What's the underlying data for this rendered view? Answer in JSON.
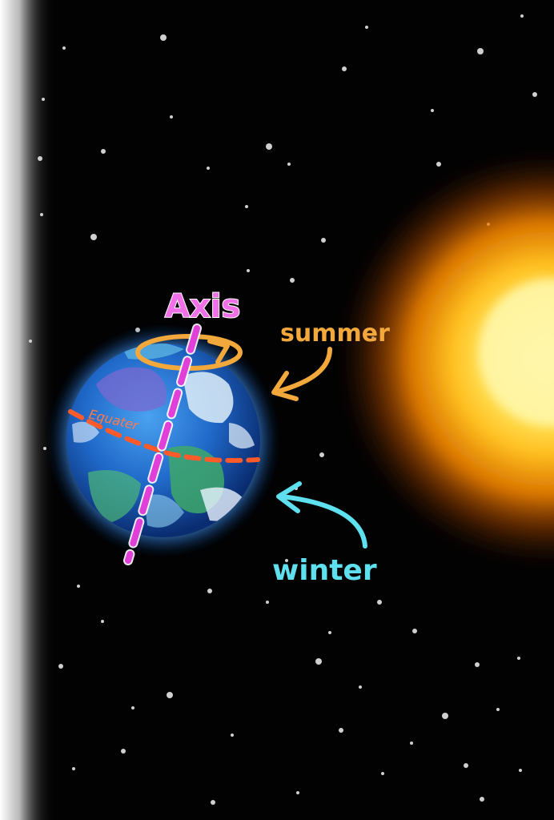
{
  "labels": {
    "axis": "Axis",
    "summer": "summer",
    "winter": "winter",
    "equator": "Equater"
  },
  "colors": {
    "space": "#000000",
    "axis": "#e040d8",
    "axis_text": "#f070e8",
    "summer": "#f2a83a",
    "winter": "#5fe0ee",
    "equator": "#ff5a2a",
    "earth_ocean": "#1e6fd0",
    "earth_glow": "#6fb8ff",
    "sun_core": "#fff59a",
    "sun_outer": "#ff8a00",
    "left_haze": "#ffffff"
  },
  "icons": {
    "planet": "earth-icon",
    "star": "sun-icon",
    "rotation": "rotation-arrow-icon"
  }
}
